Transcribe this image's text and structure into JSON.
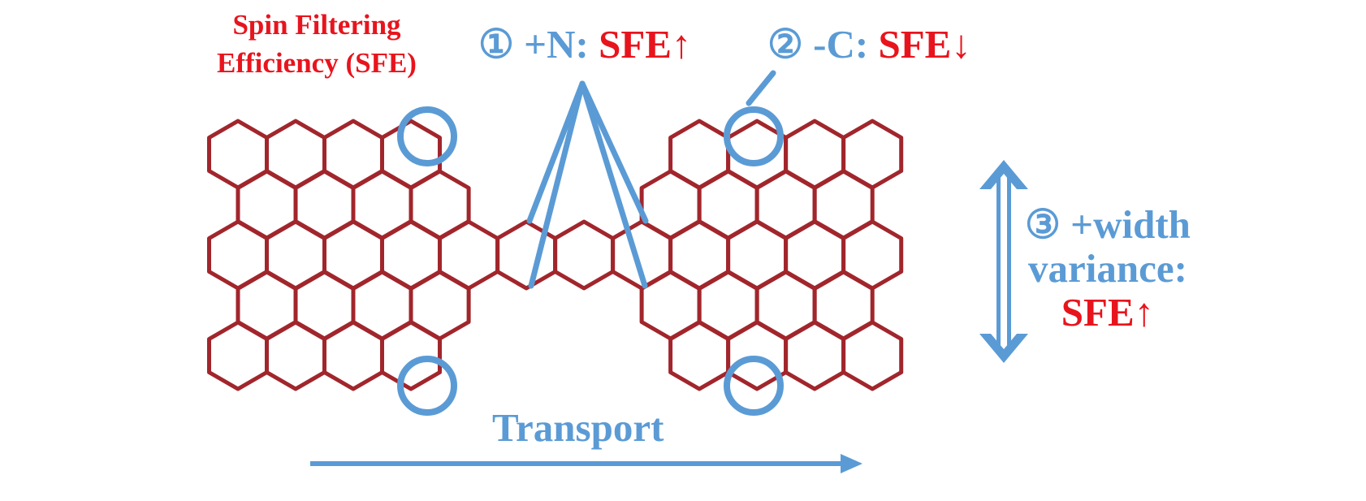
{
  "title": {
    "line1": "Spin Filtering",
    "line2": "Efficiency (SFE)"
  },
  "annotations": [
    {
      "prefix": "① +N: ",
      "effect": "SFE↑"
    },
    {
      "prefix": "② -C: ",
      "effect": "SFE↓"
    },
    {
      "line1": "③ +width",
      "line2": "variance:",
      "effect": "SFE↑"
    }
  ],
  "transport_label": "Transport",
  "colors": {
    "lattice": "#a1262c",
    "annotation_blue": "#5b9bd5",
    "effect_red": "#e8141d"
  }
}
